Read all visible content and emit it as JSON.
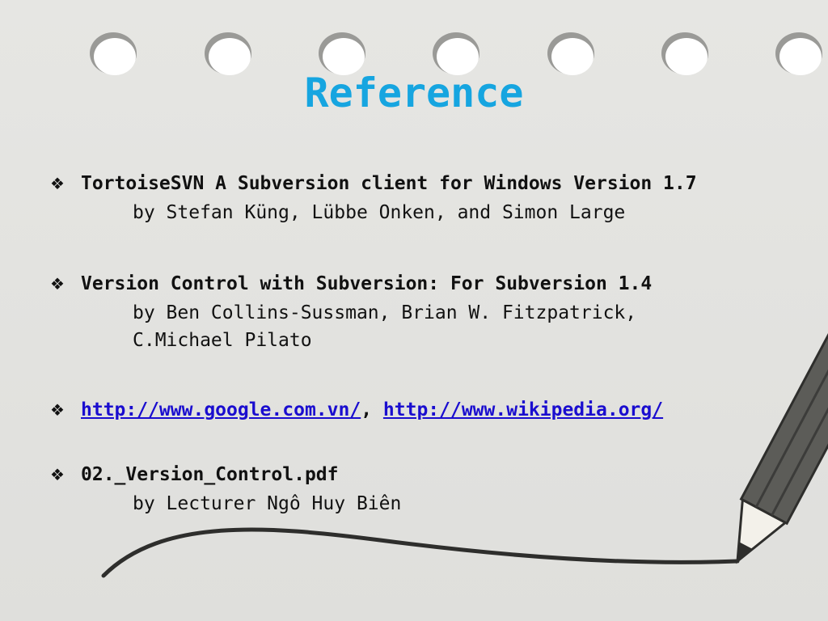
{
  "slide": {
    "title": "Reference",
    "colors": {
      "title": "#16a5e0",
      "link": "#1a0dcf",
      "background": "#e3e3e0",
      "pencil": "#5c5c58"
    },
    "bullet_icon": "diamond-bullet-icon",
    "bullet_glyph": "❖",
    "references": [
      {
        "title": "TortoiseSVN A Subversion client for Windows Version 1.7",
        "byline": "by Stefan Küng, Lübbe Onken, and Simon Large"
      },
      {
        "title": "Version Control with Subversion: For Subversion 1.4",
        "byline": "by Ben Collins-Sussman, Brian W. Fitzpatrick,",
        "byline_2": "C.Michael Pilato"
      },
      {
        "links": [
          "http://www.google.com.vn/",
          "http://www.wikipedia.org/"
        ],
        "separator": ","
      },
      {
        "title": "02._Version_Control.pdf",
        "byline": "by Lecturer Ngô Huy Biên"
      }
    ]
  }
}
